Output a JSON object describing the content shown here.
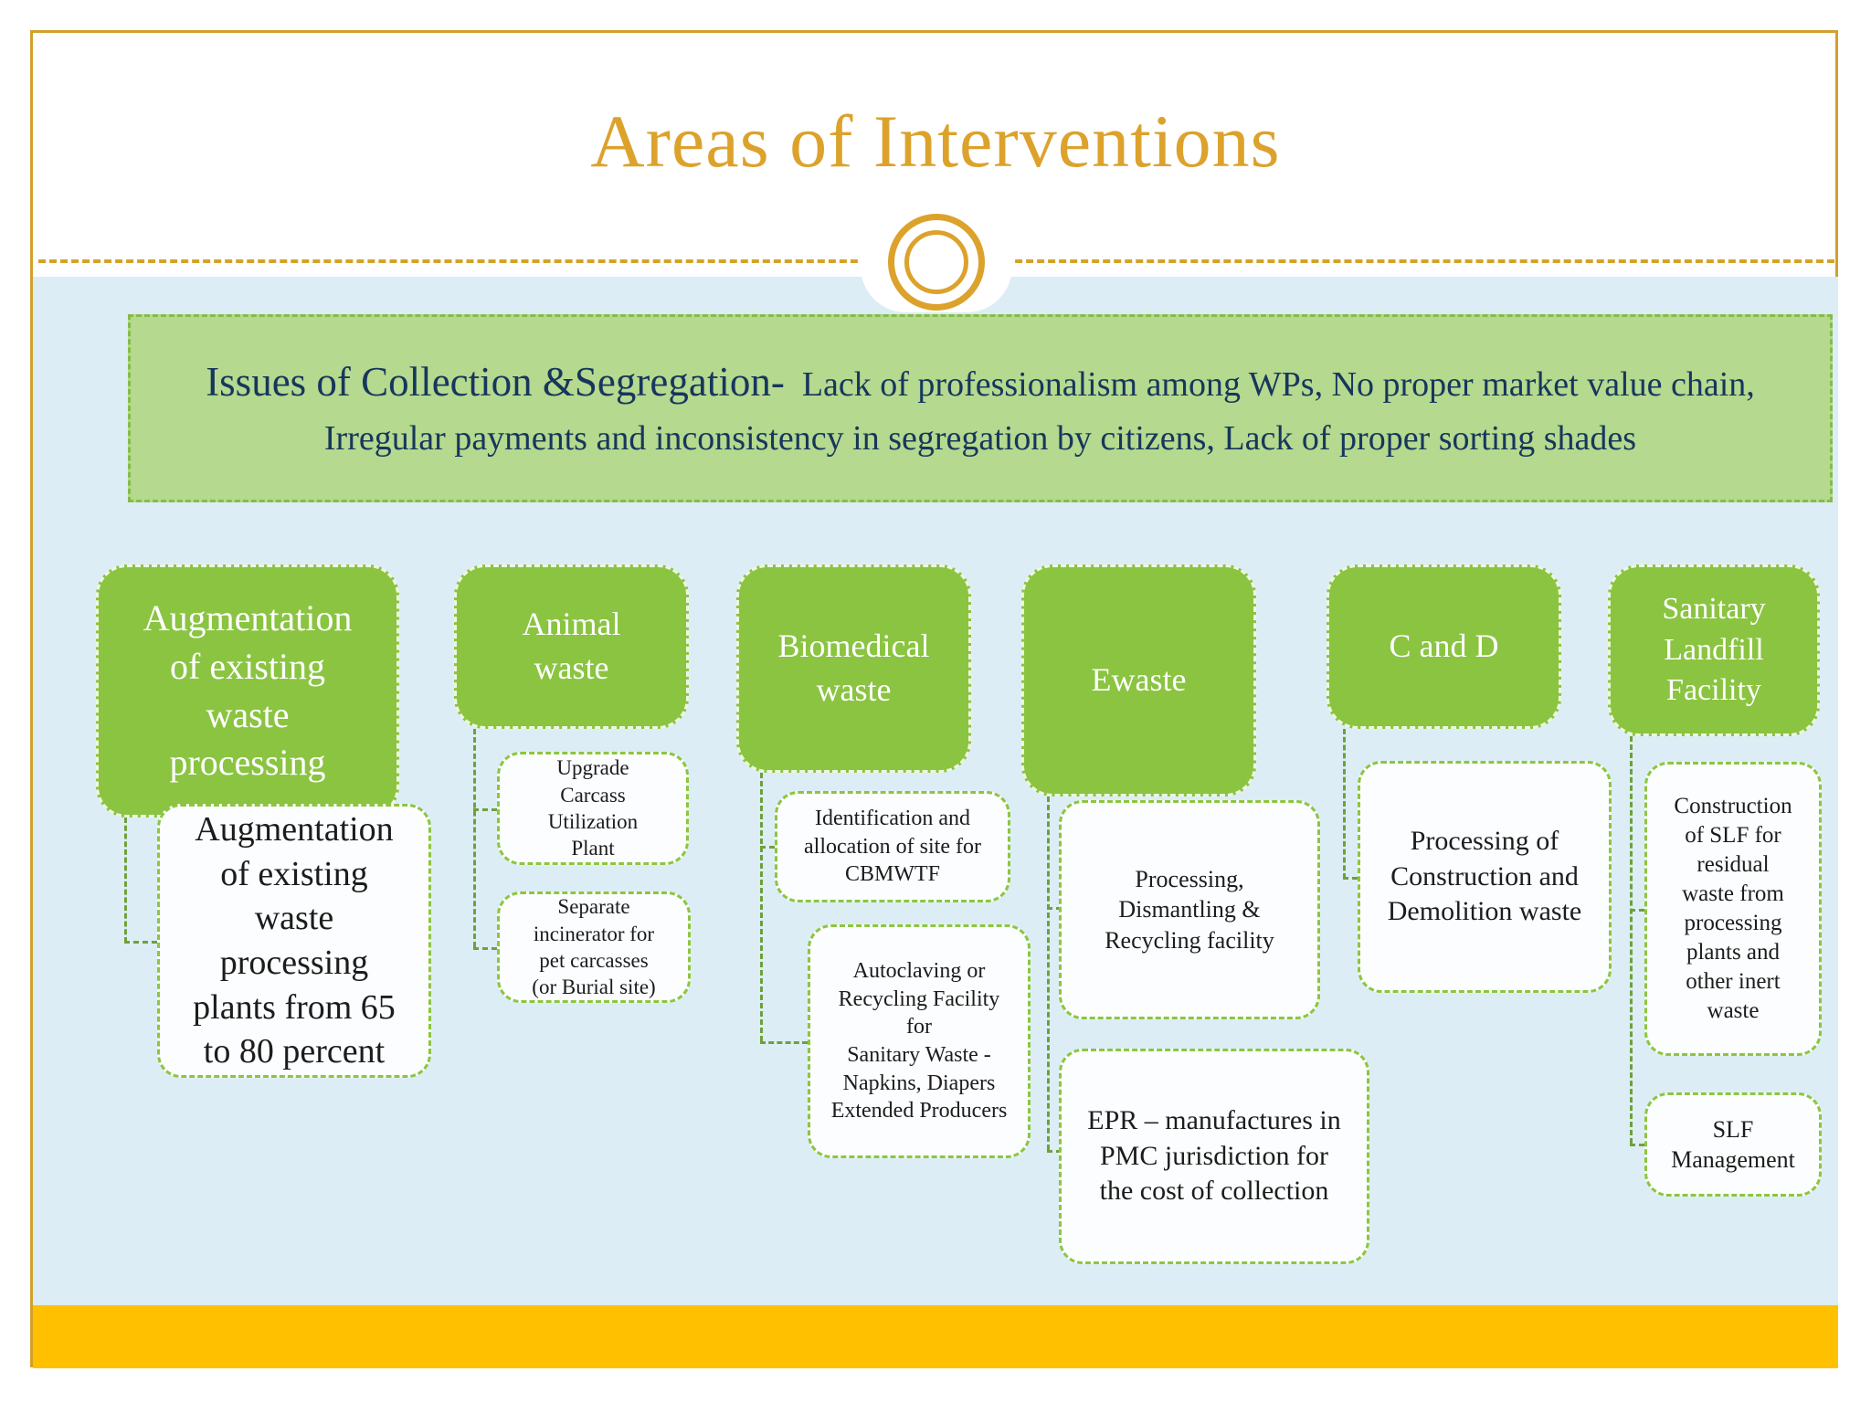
{
  "slide": {
    "title": "Areas of Interventions",
    "banner": {
      "lead": "Issues of Collection &Segregation-",
      "rest": "  Lack of professionalism among WPs, No proper market value chain, Irregular payments and inconsistency in segregation by citizens, Lack of proper sorting shades"
    },
    "columns": [
      {
        "parent": "Augmentation\nof existing\nwaste\nprocessing",
        "children": [
          "Augmentation\nof existing\nwaste\nprocessing\nplants from 65\nto 80 percent"
        ]
      },
      {
        "parent": "Animal\nwaste",
        "children": [
          "Upgrade\nCarcass\nUtilization\nPlant",
          "Separate\nincinerator for\npet carcasses\n(or Burial site)"
        ]
      },
      {
        "parent": "Biomedical\nwaste",
        "children": [
          "Identification and\nallocation of site for\nCBMWTF",
          "Autoclaving or\nRecycling Facility\nfor\nSanitary Waste -\nNapkins, Diapers\nExtended Producers"
        ]
      },
      {
        "parent": "Ewaste",
        "children": [
          "Processing,\nDismantling &\nRecycling facility",
          "EPR – manufactures in\nPMC jurisdiction for\nthe cost of collection"
        ]
      },
      {
        "parent": "C and D",
        "children": [
          "Processing of\nConstruction and\nDemolition waste"
        ]
      },
      {
        "parent": "Sanitary\nLandfill\nFacility",
        "children": [
          "Construction\nof SLF for\nresidual\nwaste from\nprocessing\nplants and\nother inert\nwaste",
          "SLF\nManagement"
        ]
      }
    ],
    "colors": {
      "accent_gold": "#dca22c",
      "frame_border": "#d2a02c",
      "bottom_bar": "#ffc000",
      "content_bg": "#dcedf6",
      "banner_fill": "#b5d98e",
      "banner_border": "#84bc49",
      "node_green": "#8ac441",
      "child_border": "#8cc63f",
      "connector_green": "#6fa03c",
      "banner_text": "#17365d"
    }
  }
}
